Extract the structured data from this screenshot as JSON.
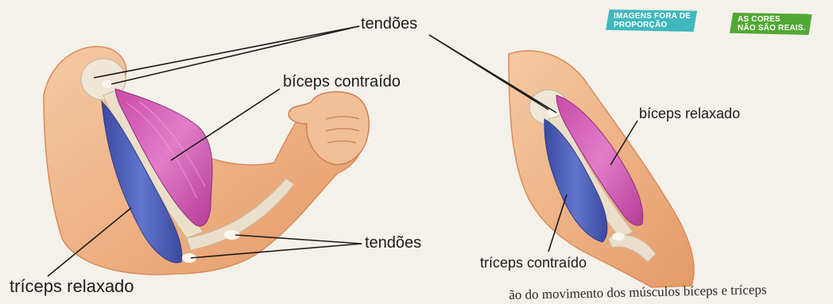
{
  "badges": {
    "proportion": {
      "line1": "IMAGENS FORA DE",
      "line2": "PROPORÇÃO"
    },
    "colors": {
      "line1": "AS CORES",
      "line2": "NÃO SÃO REAIS."
    }
  },
  "labels": {
    "tendons_top": "tendões",
    "biceps_contracted": "bíceps contraído",
    "tendons_bottom": "tendões",
    "triceps_relaxed": "tríceps relaxado",
    "biceps_relaxed": "bíceps relaxado",
    "triceps_contracted": "tríceps contraído"
  },
  "caption": "ão do movimento dos músculos bíceps e tríceps",
  "colors": {
    "skin": "#f2b98f",
    "skin_shadow": "#d98b5a",
    "biceps": "#d257b4",
    "triceps": "#4b5fb8",
    "bone": "#efe6d6",
    "badge_cyan": "#3fb8bd",
    "badge_green": "#52a835"
  }
}
